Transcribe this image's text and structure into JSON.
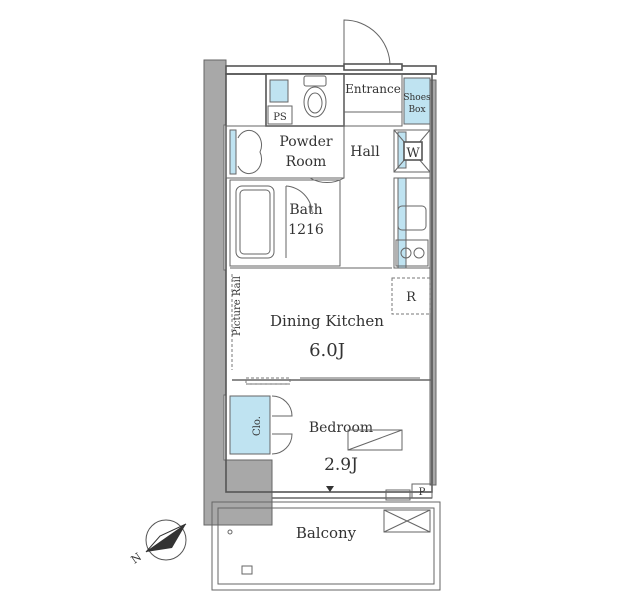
{
  "rooms": {
    "entrance": "Entrance",
    "shoes_box_line1": "Shoes",
    "shoes_box_line2": "Box",
    "powder_room_line1": "Powder",
    "powder_room_line2": "Room",
    "hall": "Hall",
    "washer": "W",
    "bath": "Bath",
    "bath_size": "1216",
    "ps": "PS",
    "dining_kitchen": "Dining Kitchen",
    "dining_kitchen_size": "6.0J",
    "picture_rail": "Picture Rail",
    "refrigerator": "R",
    "bedroom": "Bedroom",
    "bedroom_size": "2.9J",
    "closet": "Clo.",
    "balcony": "Balcony",
    "pipe": "P"
  },
  "compass": {
    "north_label": "N"
  },
  "colors": {
    "wall_grey": "#a8a8a8",
    "fixture_blue": "#bfe3f1",
    "line": "#555555"
  }
}
